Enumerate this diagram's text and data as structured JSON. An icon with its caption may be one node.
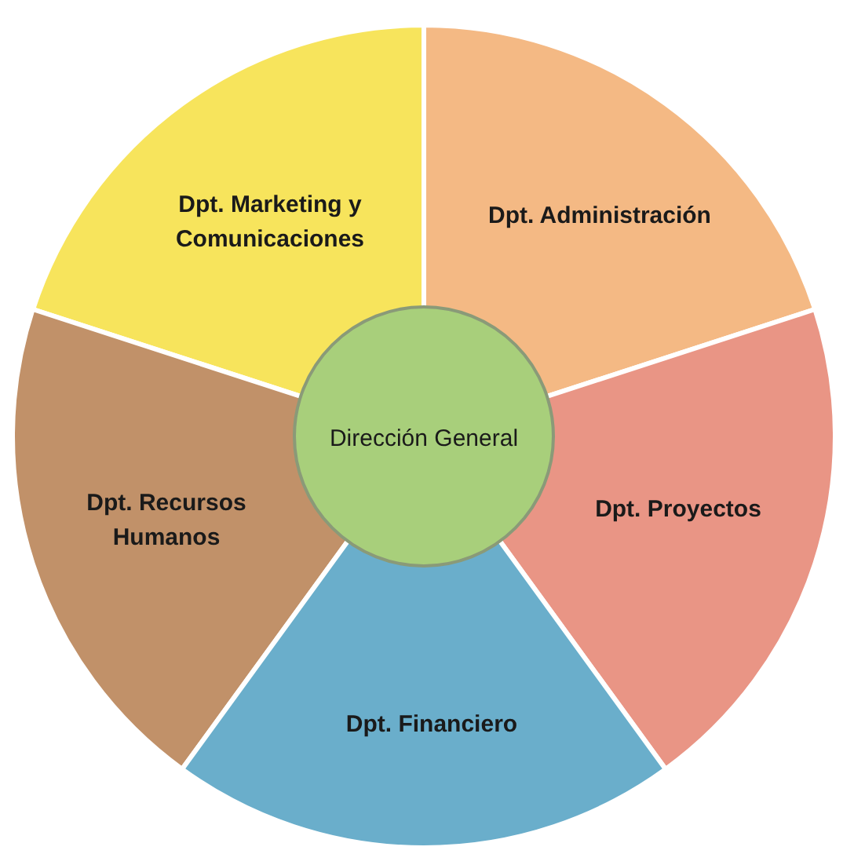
{
  "diagram": {
    "nodes": [
      {
        "text": [
          "Dpt. Marketing y Comunicaciones"
        ]
      },
      {
        "text": [
          "Dpt. Administración"
        ]
      },
      {
        "text": [
          "Dirección General"
        ]
      },
      {
        "text": [
          "Dpt. Proyectos"
        ]
      },
      {
        "text": [
          "Dpt. Recursos Humanos"
        ]
      },
      {
        "text": [
          "Dpt. Financiero"
        ]
      }
    ]
  }
}
